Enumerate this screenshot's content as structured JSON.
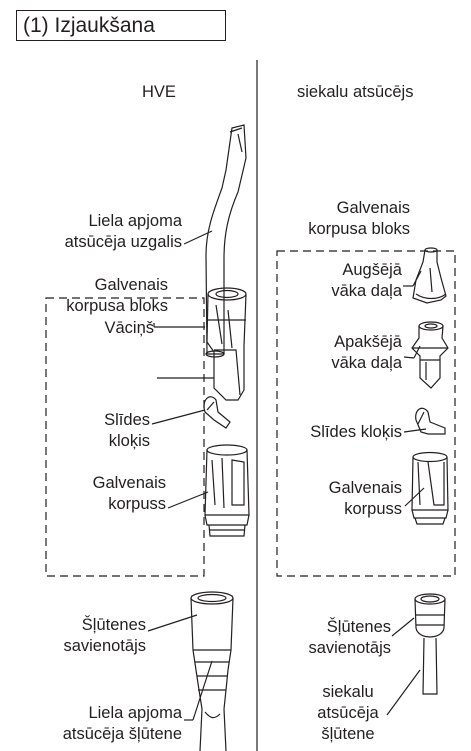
{
  "title": "(1) Izjaukšana",
  "columns": {
    "left_heading": "HVE",
    "right_heading": "siekalu atsūcējs"
  },
  "left": {
    "tip": [
      "Liela apjoma",
      "atsūcēja uzgalis"
    ],
    "main_body_block": [
      "Galvenais",
      "korpusa bloks"
    ],
    "cap": "Vāciņš",
    "slide_flap": [
      "Slīdes",
      "kloķis"
    ],
    "main_body": [
      "Galvenais",
      "korpuss"
    ],
    "hose_connector": [
      "Šļūtenes",
      "savienotājs"
    ],
    "hose": [
      "Liela apjoma",
      "atsūcēja šļūtene"
    ]
  },
  "right": {
    "main_body_block": [
      "Galvenais",
      "korpusa bloks"
    ],
    "upper_cap": [
      "Augšējā",
      "vāka daļa"
    ],
    "lower_cap": [
      "Apakšējā",
      "vāka daļa"
    ],
    "slide_flap": "Slīdes kloķis",
    "main_body": [
      "Galvenais",
      "korpuss"
    ],
    "hose_connector": [
      "Šļūtenes",
      "savienotājs"
    ],
    "hose": [
      "siekalu",
      "atsūcēja",
      "šļūtene"
    ]
  }
}
